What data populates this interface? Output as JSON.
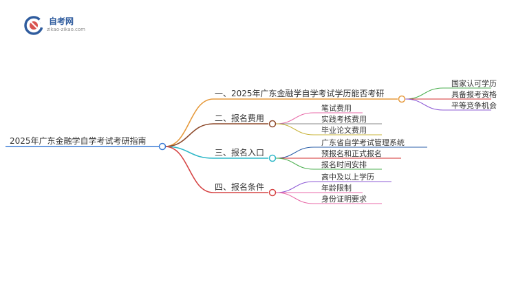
{
  "logo": {
    "name": "自考网",
    "url_text": "zikao-zikao.com",
    "colors": {
      "blue": "#2f5c9e",
      "red": "#d9534f"
    }
  },
  "root": {
    "label": "2025年广东金融学自学考试考研指南",
    "color": "#3a7bd5"
  },
  "branches": [
    {
      "label": "一、2025年广东金融学自学考试学历能否考研",
      "color": "#e69a3c",
      "children": [
        {
          "label": "国家认可学历",
          "color": "#4caf50"
        },
        {
          "label": "具备报考资格",
          "color": "#d32f2f"
        },
        {
          "label": "平等竞争机会",
          "color": "#8e5bd6"
        }
      ]
    },
    {
      "label": "二、报名费用",
      "color": "#8d4a2b",
      "children": [
        {
          "label": "笔试费用",
          "color": "#e86aa8"
        },
        {
          "label": "实践考核费用",
          "color": "#8a8a8a"
        },
        {
          "label": "毕业论文费用",
          "color": "#c8b43a"
        }
      ]
    },
    {
      "label": "三、报名入口",
      "color": "#2fb8c8",
      "children": [
        {
          "label": "广东省自学考试管理系统",
          "color": "#2b5fa8"
        },
        {
          "label": "预报名和正式报名",
          "color": "#d32f2f"
        },
        {
          "label": "报名时间安排",
          "color": "#4caf50"
        }
      ]
    },
    {
      "label": "四、报名条件",
      "color": "#d64545",
      "children": [
        {
          "label": "高中及以上学历",
          "color": "#8e5bd6"
        },
        {
          "label": "年龄限制",
          "color": "#e86aa8"
        },
        {
          "label": "身份证明要求",
          "color": "#e86aa8"
        }
      ]
    }
  ]
}
